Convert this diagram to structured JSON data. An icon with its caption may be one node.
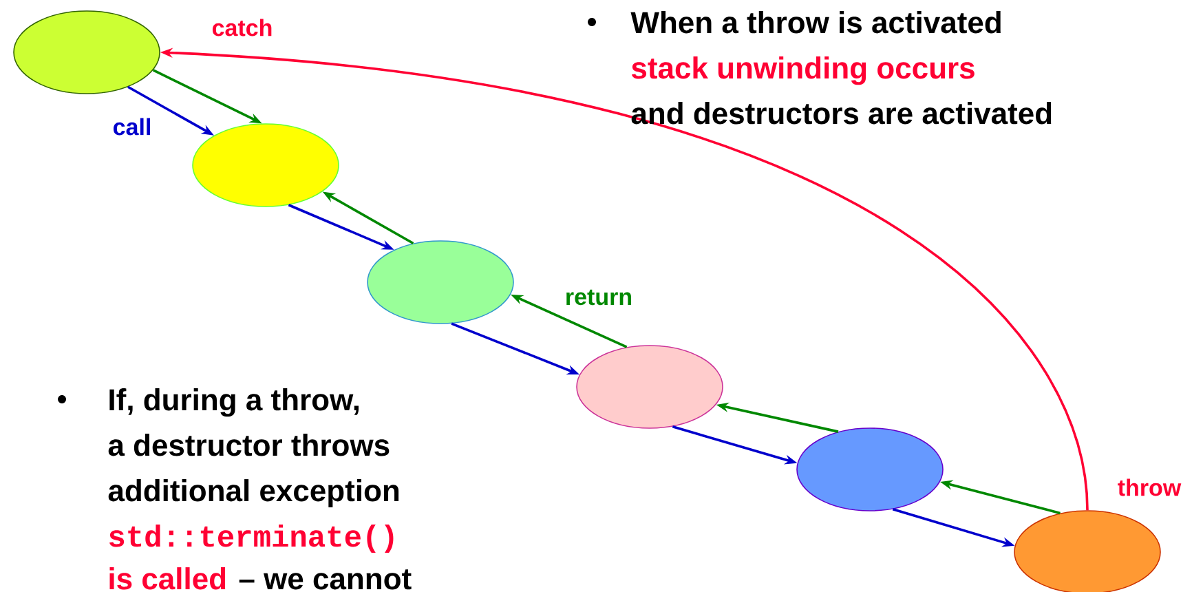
{
  "diagram": {
    "nodes": [
      {
        "text": [],
        "shape": "ellipse",
        "beside": [
          "catch"
        ]
      },
      {
        "text": [],
        "shape": "ellipse"
      },
      {
        "text": [],
        "shape": "ellipse"
      },
      {
        "text": [],
        "shape": "ellipse"
      },
      {
        "text": [],
        "shape": "ellipse"
      },
      {
        "text": [],
        "shape": "ellipse",
        "beside": [
          "throw"
        ]
      }
    ],
    "edges": [
      {
        "from": 0,
        "to": 1,
        "arrow": "to",
        "color": "#0000cc",
        "label": "call"
      },
      {
        "from": 1,
        "to": 2,
        "arrow": "to",
        "color": "#0000cc"
      },
      {
        "from": 2,
        "to": 3,
        "arrow": "to",
        "color": "#0000cc"
      },
      {
        "from": 3,
        "to": 4,
        "arrow": "to",
        "color": "#0000cc"
      },
      {
        "from": 4,
        "to": 5,
        "arrow": "to",
        "color": "#0000cc"
      },
      {
        "from": 0,
        "to": 1,
        "arrow": "to",
        "color": "#008800"
      },
      {
        "from": 2,
        "to": 1,
        "arrow": "to",
        "color": "#008800"
      },
      {
        "from": 3,
        "to": 2,
        "arrow": "to",
        "color": "#008800",
        "label": "return"
      },
      {
        "from": 4,
        "to": 3,
        "arrow": "to",
        "color": "#008800"
      },
      {
        "from": 5,
        "to": 4,
        "arrow": "to",
        "color": "#008800"
      },
      {
        "from": 5,
        "to": 0,
        "arrow": "to",
        "color": "#ff0033"
      }
    ],
    "labels": [
      "When a throw is activated",
      "stack unwinding occurs",
      "and destructors are activated",
      "If, during a throw,",
      "a destructor throws",
      "additional exception",
      "std::terminate()",
      "is called",
      "– we cannot"
    ]
  }
}
